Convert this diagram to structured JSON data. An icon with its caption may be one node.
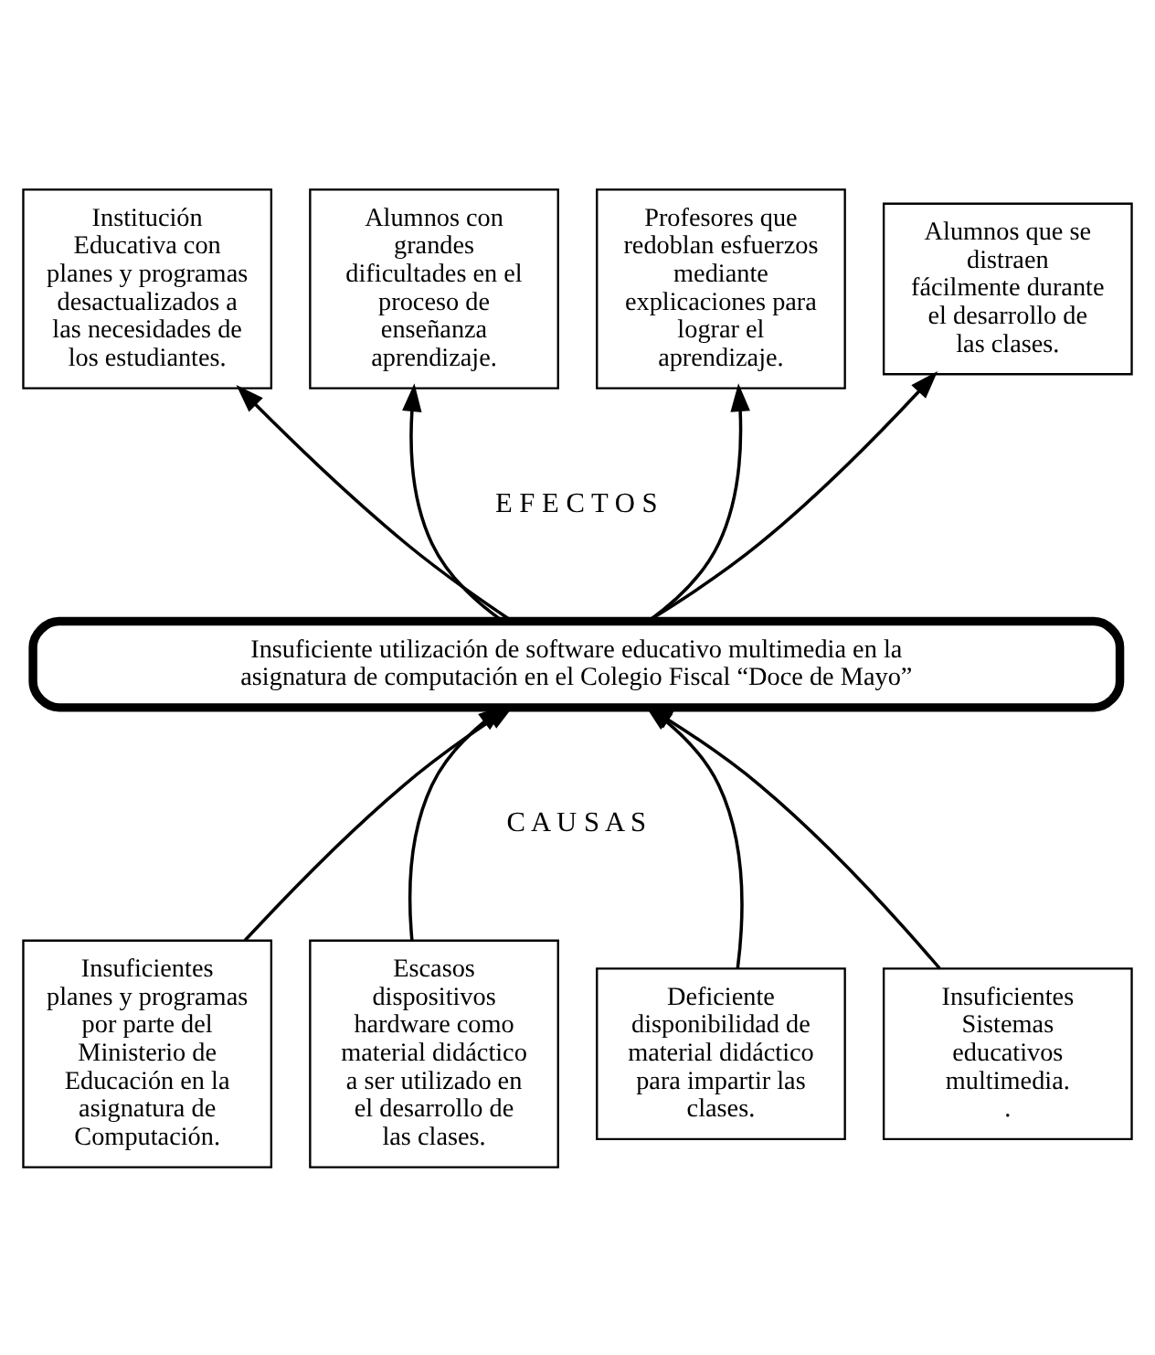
{
  "diagram": {
    "nodes": [
      {
        "text": [
          "Institución Educativa con planes y programas desactualizados a las necesidades de los estudiantes."
        ]
      },
      {
        "text": [
          "Alumnos con grandes dificultades en el proceso de enseñanza aprendizaje."
        ]
      },
      {
        "text": [
          "Profesores que redoblan esfuerzos mediante explicaciones para lograr el aprendizaje."
        ]
      },
      {
        "text": [
          "Alumnos que se distraen fácilmente durante el desarrollo de las clases."
        ]
      },
      {
        "text": [
          "Insuficiente utilización de software educativo multimedia en la asignatura de computación en el Colegio Fiscal “Doce de Mayo”"
        ]
      },
      {
        "text": [
          "Insuficientes planes y programas por parte del Ministerio de Educación en la asignatura de Computación."
        ]
      },
      {
        "text": [
          "Escasos dispositivos hardware como material didáctico a ser utilizado en el desarrollo de las clases."
        ]
      },
      {
        "text": [
          "Deficiente disponibilidad de material didáctico para impartir las clases."
        ]
      },
      {
        "text": [
          "Insuficientes Sistemas educativos multimedia.",
          "."
        ]
      }
    ],
    "edges": [
      {
        "from": 4,
        "to": 0,
        "arrow": "to"
      },
      {
        "from": 4,
        "to": 1,
        "arrow": "to"
      },
      {
        "from": 4,
        "to": 2,
        "arrow": "to"
      },
      {
        "from": 4,
        "to": 3,
        "arrow": "to"
      },
      {
        "from": 5,
        "to": 4,
        "arrow": "to"
      },
      {
        "from": 6,
        "to": 4,
        "arrow": "to"
      },
      {
        "from": 7,
        "to": 4,
        "arrow": "to"
      },
      {
        "from": 8,
        "to": 4,
        "arrow": "to"
      }
    ],
    "labels": [
      "E F E C T O S",
      "C A U S A S"
    ]
  }
}
